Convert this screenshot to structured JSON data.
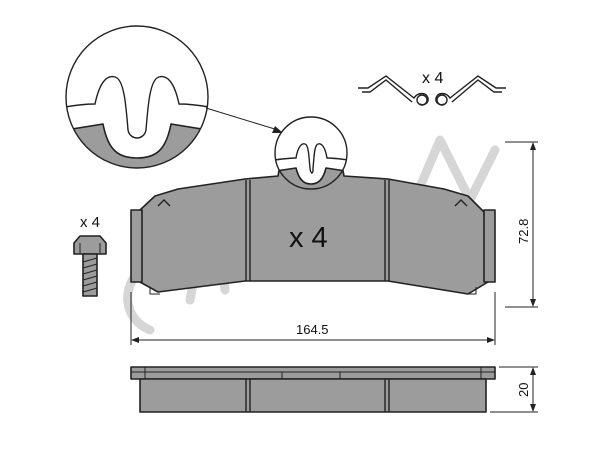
{
  "labels": {
    "clip_qty": "x 4",
    "bolt_qty": "x 4",
    "pad_qty": "x 4",
    "width_dim": "164.5",
    "height_dim": "72.8",
    "thickness_dim": "20"
  },
  "colors": {
    "pad_fill": "#9c9c9c",
    "outline": "#222222",
    "watermark": "#d6d6d6"
  }
}
